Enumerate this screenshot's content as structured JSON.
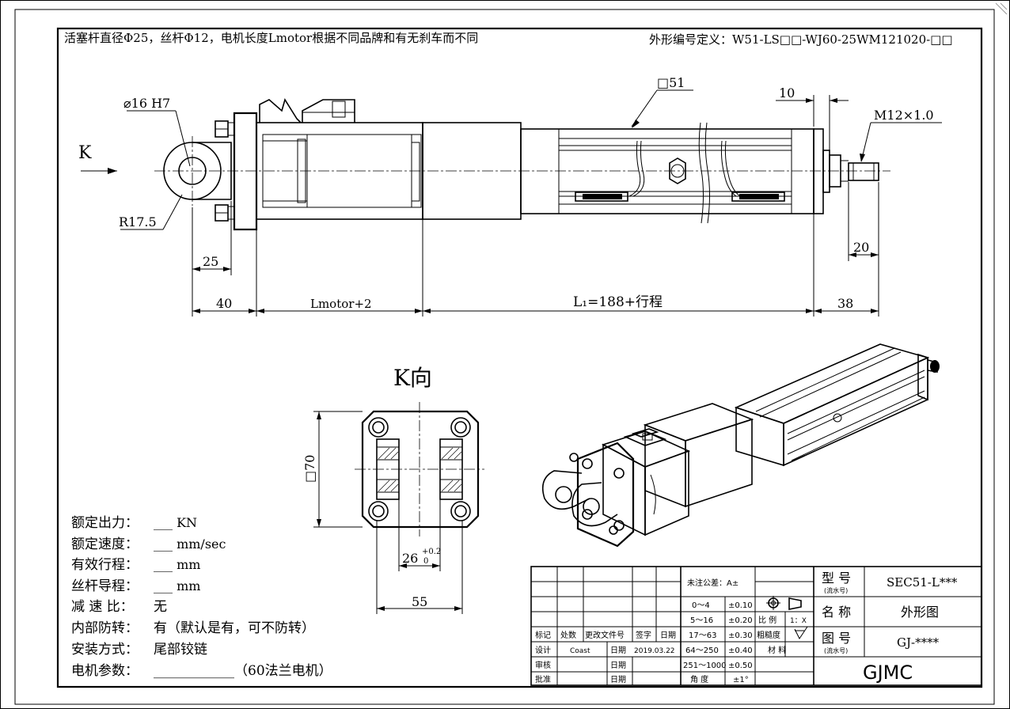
{
  "header": {
    "note": "活塞杆直径Φ25，丝杆Φ12，电机长度Lmotor根据不同品牌和有无刹车而不同",
    "code_def": "外形编号定义：W51-LS□□-WJ60-25WM121020-□□"
  },
  "side_view": {
    "view_arrow_label": "K",
    "dim_hole": "⌀16 H7",
    "dim_radius": "R17.5",
    "dim_square": "□51",
    "dim_10": "10",
    "dim_thread": "M12×1.0",
    "dim_25": "25",
    "dim_20": "20",
    "dim_40": "40",
    "dim_lmotor": "Lmotor+2",
    "dim_l1": "L₁=188+行程",
    "dim_38": "38"
  },
  "k_view": {
    "title": "K向",
    "dim_70": "□70",
    "dim_26": "26",
    "tol_upper": "+0.2",
    "tol_lower": "0",
    "dim_55": "55"
  },
  "specs": [
    {
      "label": "额定出力：",
      "value": "___ KN"
    },
    {
      "label": "额定速度：",
      "value": "___ mm/sec"
    },
    {
      "label": "有效行程：",
      "value": "___ mm"
    },
    {
      "label": "丝杆导程：",
      "value": "___ mm"
    },
    {
      "label": "减 速 比：",
      "value": "无"
    },
    {
      "label": "内部防转：",
      "value": "有（默认是有，可不防转）"
    },
    {
      "label": "安装方式：",
      "value": "尾部铰链"
    },
    {
      "label": "电机参数：",
      "value": "____________（60法兰电机）"
    }
  ],
  "title_block": {
    "tol_header": "未注公差：A±",
    "tol_rows": [
      {
        "range": "0～4",
        "tol": "±0.10"
      },
      {
        "range": "5～16",
        "tol": "±0.20"
      },
      {
        "range": "17～63",
        "tol": "±0.30"
      },
      {
        "range": "64～250",
        "tol": "±0.40"
      },
      {
        "range": "251～1000",
        "tol": "±0.50"
      },
      {
        "range": "角  度",
        "tol": "±1°"
      }
    ],
    "scale_label": "比 例",
    "scale_value": "1：X",
    "rough_label": "粗糙度",
    "material_label": "材  料",
    "rev_headers": [
      "标记",
      "处数",
      "更改文件号",
      "签字",
      "日期"
    ],
    "design_label": "设计",
    "designer": "Coast",
    "date_label": "日期",
    "design_date": "2019.03.22",
    "review_label": "审核",
    "approve_label": "批准",
    "model_label": "型  号",
    "model_sub": "(流水号)",
    "model_value": "SEC51-L***",
    "name_label": "名  称",
    "name_value": "外形图",
    "drawing_label": "图  号",
    "drawing_sub": "(流水号)",
    "drawing_value": "GJ-****",
    "company": "GJMC"
  }
}
